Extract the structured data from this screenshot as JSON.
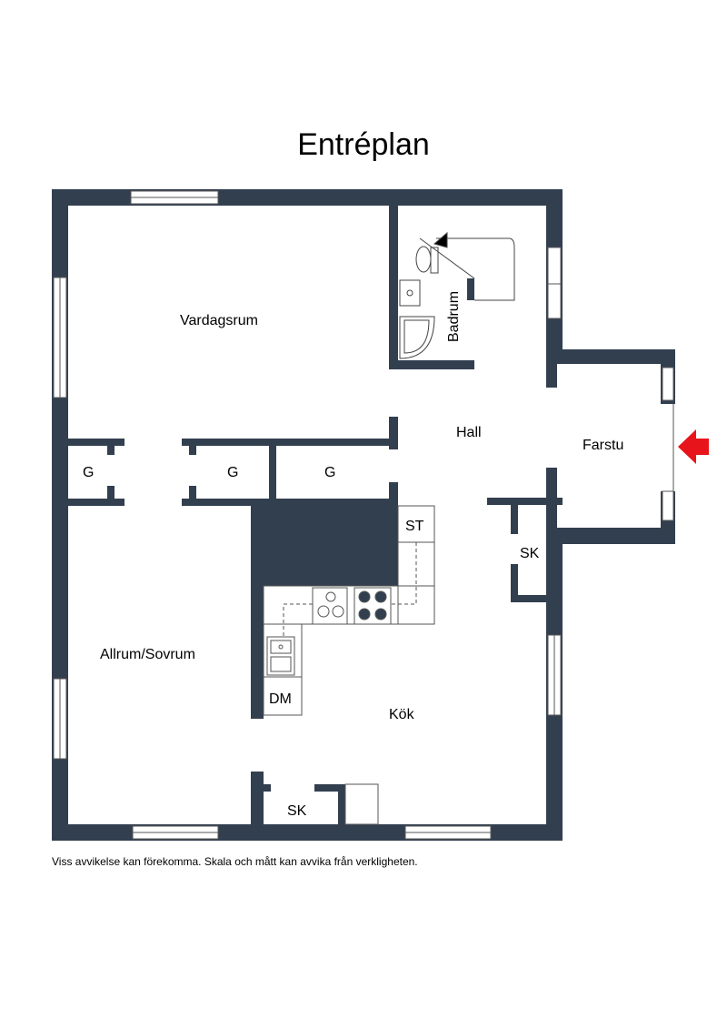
{
  "title": "Entréplan",
  "colors": {
    "wall": "#323f4f",
    "entry_arrow": "#e8141b",
    "window": "#ffffff",
    "line": "#555555"
  },
  "rooms": {
    "vardagsrum": "Vardagsrum",
    "badrum": "Badrum",
    "hall": "Hall",
    "farstu": "Farstu",
    "g1": "G",
    "g2": "G",
    "g3": "G",
    "st": "ST",
    "sk_hall": "SK",
    "allrum": "Allrum/Sovrum",
    "dm": "DM",
    "kok": "Kök",
    "sk_bottom": "SK"
  },
  "icons": [
    "entry-arrow-icon",
    "toilet-icon",
    "sink-icon",
    "shower-icon",
    "stove-icon",
    "kitchen-sink-icon",
    "window-icon"
  ],
  "disclaimer": "Viss avvikelse kan förekomma. Skala och mått kan avvika från verkligheten."
}
